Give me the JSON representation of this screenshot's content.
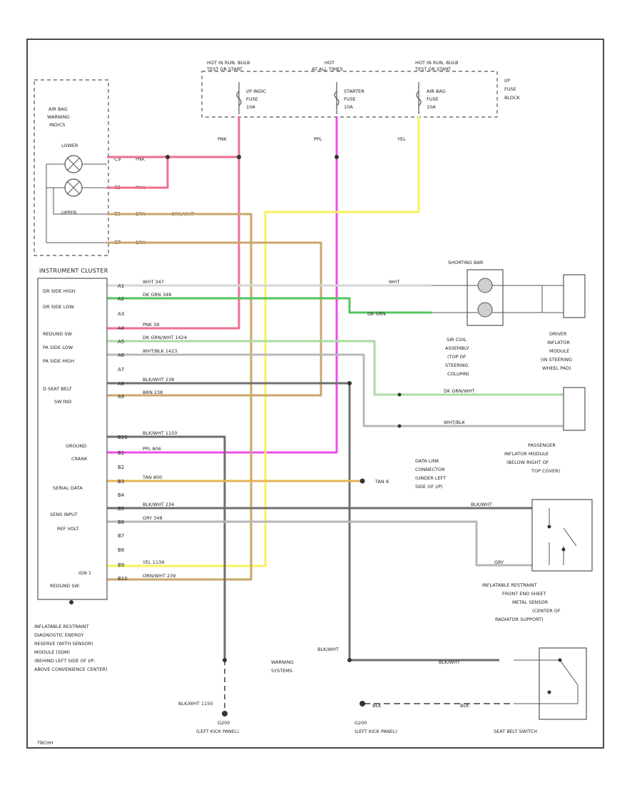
{
  "colors": {
    "pnk": "#ef6f8f",
    "ppl": "#ee4cee",
    "yel": "#f7f25a",
    "brn": "#c9a76a",
    "dkgrn": "#55c35d",
    "wht": "#cfcfcf",
    "blkwht": "#6f6f6f",
    "gry": "#b5b5b5",
    "tan": "#e6b257",
    "ltgrn": "#a8dca0",
    "outline": "#4a4a4a"
  },
  "fuse_block": {
    "hot_labels": [
      [
        "HOT IN RUN, BULB",
        "TEST OR START"
      ],
      [
        "HOT",
        "AT ALL TIMES"
      ],
      [
        "HOT IN RUN, BULB",
        "TEST OR START"
      ]
    ],
    "fuses": [
      [
        "I/P INDIC",
        "FUSE",
        "10A"
      ],
      [
        "STARTER",
        "FUSE",
        "10A"
      ],
      [
        "AIR BAG",
        "FUSE",
        "10A"
      ]
    ],
    "block_label": [
      "I/P",
      "FUSE",
      "BLOCK"
    ],
    "wire_labels": [
      "PNK",
      "PPL",
      "YEL"
    ]
  },
  "warning_indic": {
    "title": [
      "AIR BAG",
      "WARNING",
      "INDICS"
    ],
    "lower": "LOWER",
    "upper": "UPPER",
    "pins": [
      "C9",
      "C1",
      "C6",
      "C7"
    ],
    "wires": [
      "PNK",
      "PNK",
      "BRN",
      "BRN"
    ],
    "extra": "ORN/WHT"
  },
  "cluster": {
    "title": "INSTRUMENT CLUSTER",
    "labels": [
      "DR SIDE HIGH",
      "DR SIDE LOW",
      "REDUND SW",
      "PA SIDE LOW",
      "PA SIDE HIGH",
      "D SEAT BELT",
      "SW IND",
      "GROUND",
      "CRANK",
      "SERIAL DATA",
      "SENS INPUT",
      "REF VOLT",
      "IGN 1",
      "REDUND SW"
    ],
    "pins": [
      "A1",
      "A2",
      "A3",
      "A4",
      "A5",
      "A6",
      "A7",
      "A8",
      "A9",
      "B10",
      "B1",
      "B2",
      "B3",
      "B4",
      "B5",
      "B6",
      "B7",
      "B8",
      "B9",
      "B10"
    ],
    "wires": [
      "WHT 347",
      "DK GRN 348",
      "PNK 39",
      "DK GRN/WHT 1424",
      "WHT/BLK 1423",
      "BLK/WHT 238",
      "BRN 238",
      "BLK/WHT 1150",
      "PPL 806",
      "TAN 800",
      "BLK/WHT 234",
      "GRY 348",
      "YEL 1139",
      "ORN/WHT 239"
    ],
    "module_desc": [
      "INFLATABLE RESTRAINT",
      "DIAGNOSTIC ENERGY",
      "RESERVE (WITH SENSOR)",
      "MODULE (SDM)",
      "(BEHIND LEFT SIDE OF I/P,",
      "ABOVE CONVENIENCE CENTER)"
    ]
  },
  "right_side": {
    "shorting_bar": "SHORTING BAR",
    "coil_desc": [
      "SIR COIL",
      "ASSEMBLY",
      "(TOP OF",
      "STEERING",
      "COLUMN)"
    ],
    "driver_desc": [
      "DRIVER",
      "INFLATOR",
      "MODULE",
      "(IN STEERING",
      "WHEEL PAD)"
    ],
    "passenger_desc": [
      "PASSENGER",
      "INFLATOR MODULE",
      "(BELOW RIGHT OF",
      "TOP COVER)"
    ],
    "data_link": [
      "DATA LINK",
      "CONNECTOR",
      "(UNDER LEFT",
      "SIDE OF I/P)"
    ],
    "tan_label": "TAN 8",
    "sensor_desc": [
      "INFLATABLE RESTRAINT",
      "FRONT END SHEET",
      "METAL SENSOR",
      "(CENTER OF",
      "RADIATOR SUPPORT)"
    ],
    "sensor_wires": [
      "BLK/WHT",
      "GRY"
    ],
    "coil_wires": [
      "WHT",
      "DK GRN"
    ],
    "pa_wires": [
      "DK GRN/WHT",
      "WHT/BLK"
    ]
  },
  "bottom": {
    "warning_systems": [
      "WARNING",
      "SYSTEMS"
    ],
    "blk_wht": "BLK/WHT",
    "blk": "BLK",
    "ground_a": [
      "G200",
      "(LEFT KICK PANEL)"
    ],
    "ground_b": [
      "G200",
      "(LEFT KICK PANEL)"
    ],
    "seat_switch": "SEAT BELT SWITCH",
    "seat_wires": [
      "BLK/WHT",
      "BLK"
    ],
    "corner_code": "TBCHH"
  }
}
